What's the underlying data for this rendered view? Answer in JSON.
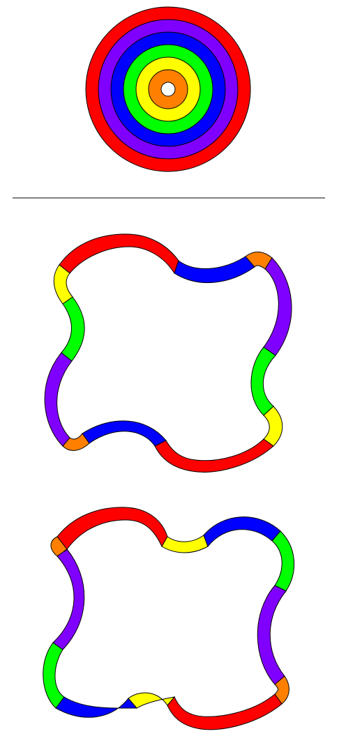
{
  "colors": {
    "red": "#ff0000",
    "violet": "#8000ff",
    "blue": "#0000ff",
    "green": "#00ff00",
    "yellow": "#ffff00",
    "orange": "#ff8000",
    "white": "#ffffff",
    "divider": "#000000"
  },
  "target": {
    "rings_outer_to_inner": [
      "red",
      "violet",
      "blue",
      "green",
      "yellow",
      "orange"
    ],
    "center": "white"
  },
  "loops": [
    {
      "id": "loop-1",
      "segments_clockwise_from_top_left": [
        "red",
        "blue",
        "orange",
        "violet",
        "green",
        "yellow",
        "red",
        "blue",
        "orange",
        "violet",
        "green",
        "yellow"
      ]
    },
    {
      "id": "loop-2",
      "segments_clockwise_from_top_left": [
        "red",
        "yellow",
        "blue",
        "green",
        "violet",
        "orange",
        "red",
        "yellow",
        "blue",
        "green",
        "violet",
        "orange"
      ]
    }
  ]
}
